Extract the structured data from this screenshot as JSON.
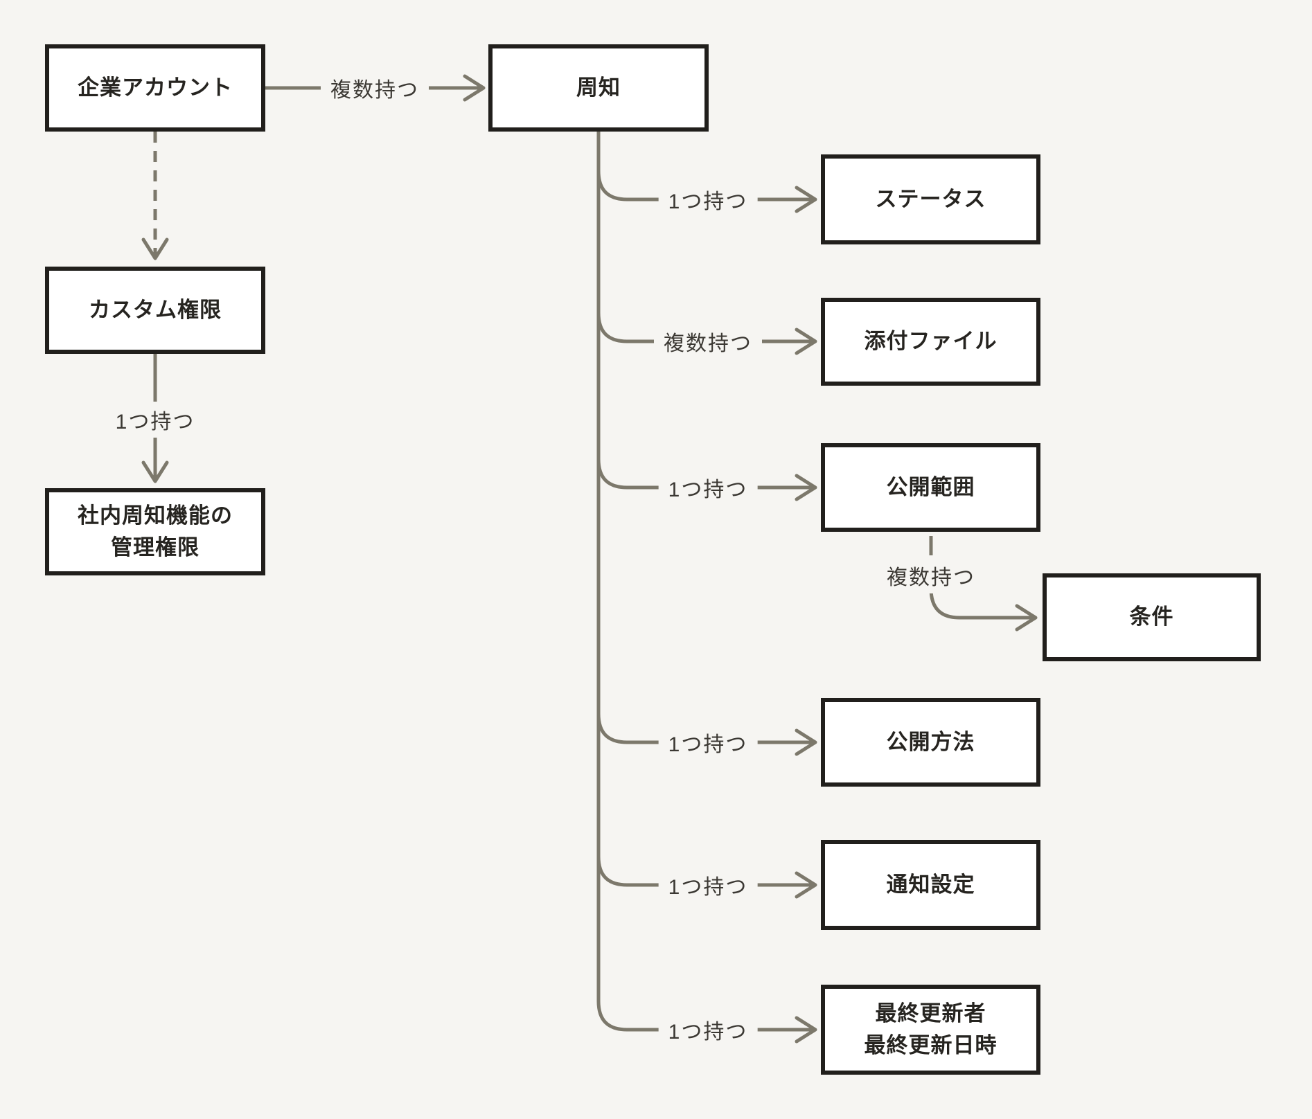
{
  "diagram": {
    "colors": {
      "background": "#f6f5f2",
      "box_fill": "#ffffff",
      "box_border": "#211f1c",
      "box_text": "#262420",
      "connector": "#7c786b",
      "label_text": "#3b3833"
    },
    "nodes": {
      "corporate_account": {
        "label": "企業アカウント"
      },
      "announcement": {
        "label": "周知"
      },
      "custom_permission": {
        "label": "カスタム権限"
      },
      "internal_admin_permission": {
        "label": "社内周知機能の\n管理権限"
      },
      "status": {
        "label": "ステータス"
      },
      "attachment": {
        "label": "添付ファイル"
      },
      "scope": {
        "label": "公開範囲"
      },
      "condition": {
        "label": "条件"
      },
      "method": {
        "label": "公開方法"
      },
      "notification": {
        "label": "通知設定"
      },
      "last_updated": {
        "label": "最終更新者\n最終更新日時"
      }
    },
    "edge_labels": {
      "corp_to_announcement": "複数持つ",
      "custom_to_admin": "1つ持つ",
      "announcement_to_status": "1つ持つ",
      "announcement_to_attachment": "複数持つ",
      "announcement_to_scope": "1つ持つ",
      "scope_to_condition": "複数持つ",
      "announcement_to_method": "1つ持つ",
      "announcement_to_notification": "1つ持つ",
      "announcement_to_last_updated": "1つ持つ"
    }
  }
}
